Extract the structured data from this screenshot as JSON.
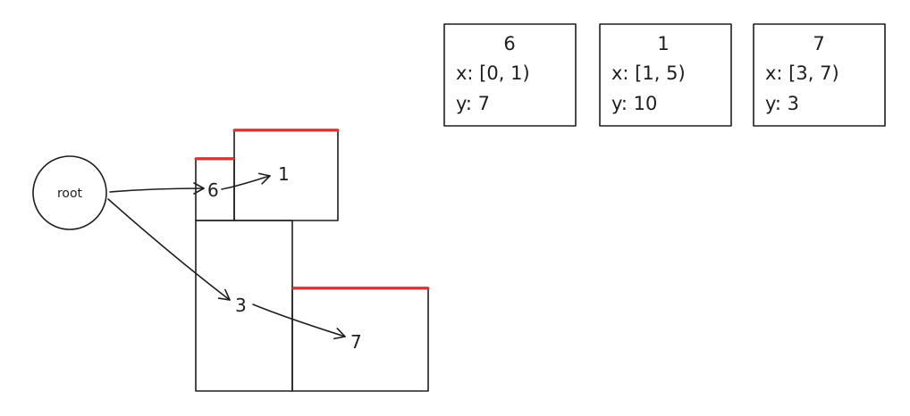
{
  "diagram": {
    "root": {
      "label": "root"
    },
    "nodes": {
      "six": "6",
      "one": "1",
      "three": "3",
      "seven": "7"
    },
    "cards": [
      {
        "title": "6",
        "x_line": "x: [0, 1)",
        "y_line": "y: 7"
      },
      {
        "title": "1",
        "x_line": "x: [1, 5)",
        "y_line": "y: 10"
      },
      {
        "title": "7",
        "x_line": "x: [3, 7)",
        "y_line": "y: 3"
      }
    ],
    "colors": {
      "stroke": "#1e1e1e",
      "highlight": "#e03131",
      "background": "#ffffff"
    }
  }
}
